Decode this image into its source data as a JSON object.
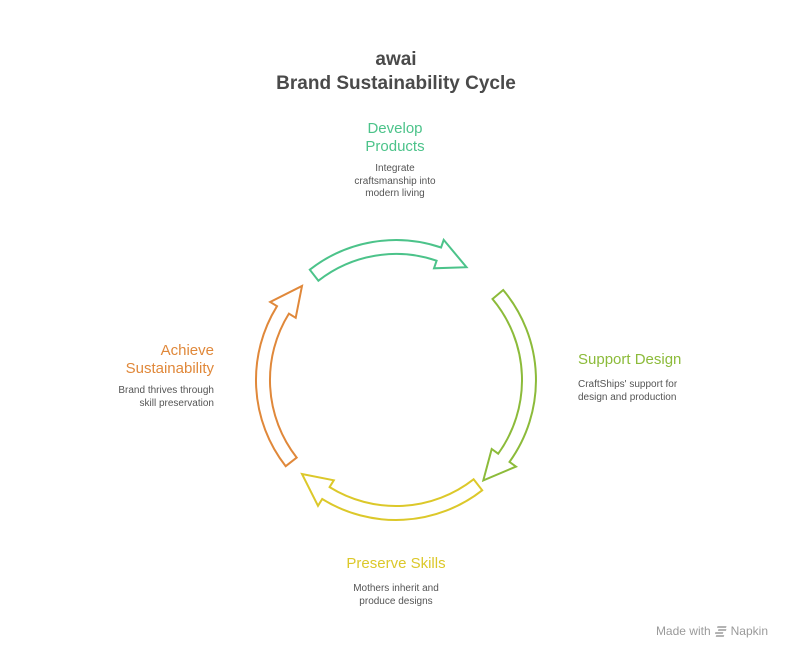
{
  "header": {
    "brand": "awai",
    "title": "Brand Sustainability Cycle"
  },
  "steps": [
    {
      "id": "develop",
      "title_line1": "Develop",
      "title_line2": "Products",
      "desc_line1": "Integrate",
      "desc_line2": "craftsmanship into",
      "desc_line3": "modern living",
      "color": "#4cc38a"
    },
    {
      "id": "support",
      "title_line1": "Support Design",
      "desc_line1": "CraftShips' support for",
      "desc_line2": "design and production",
      "color": "#8cbb3a"
    },
    {
      "id": "preserve",
      "title_line1": "Preserve Skills",
      "desc_line1": "Mothers inherit and",
      "desc_line2": "produce designs",
      "color": "#dcc82a"
    },
    {
      "id": "achieve",
      "title_line1": "Achieve",
      "title_line2": "Sustainability",
      "desc_line1": "Brand thrives through",
      "desc_line2": "skill preservation",
      "color": "#e0883a"
    }
  ],
  "footer": {
    "made_with": "Made with",
    "logo_icon": "napkin-logo-icon",
    "brand": "Napkin"
  }
}
